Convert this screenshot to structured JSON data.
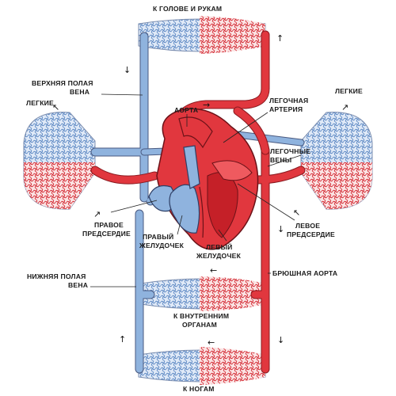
{
  "labels": {
    "head_arms": "К ГОЛОВЕ И РУКАМ",
    "svc_1": "ВЕРХНЯЯ ПОЛАЯ",
    "svc_2": "ВЕНА",
    "lungs_left": "ЛЕГКИЕ",
    "lungs_right": "ЛЕГКИЕ",
    "aorta": "АОРТА",
    "pulm_artery_1": "ЛЕГОЧНАЯ",
    "pulm_artery_2": "АРТЕРИЯ",
    "pulm_veins_1": "ЛЕГОЧНЫЕ",
    "pulm_veins_2": "ВЕНЫ",
    "right_atrium_1": "ПРАВОЕ",
    "right_atrium_2": "ПРЕДСЕРДИЕ",
    "right_ventricle_1": "ПРАВЫЙ",
    "right_ventricle_2": "ЖЕЛУДОЧЕК",
    "left_atrium_1": "ЛЕВОЕ",
    "left_atrium_2": "ПРЕДСЕРДИЕ",
    "left_ventricle_1": "ЛЕВЫЙ",
    "left_ventricle_2": "ЖЕЛУДОЧЕК",
    "ivc_1": "НИЖНЯЯ ПОЛАЯ",
    "ivc_2": "ВЕНА",
    "abdominal_aorta": "БРЮШНАЯ АОРТА",
    "internal_1": "К ВНУТРЕННИМ",
    "internal_2": "ОРГАНАМ",
    "legs": "К НОГАМ"
  },
  "colors": {
    "venous": "#8fb3de",
    "venous_dark": "#5a86c2",
    "arterial": "#e1373e",
    "arterial_dark": "#b01e28",
    "outline": "#3a3a4a"
  }
}
